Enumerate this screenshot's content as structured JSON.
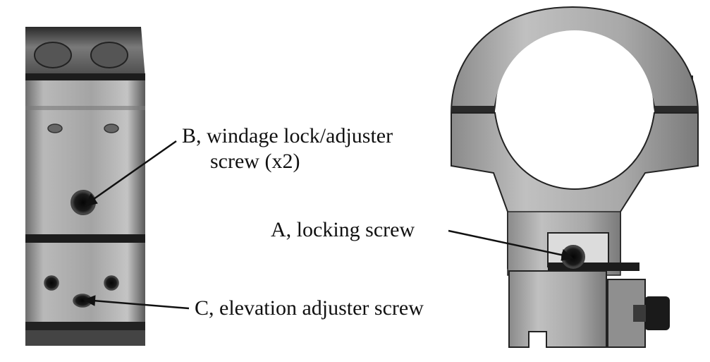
{
  "labels": {
    "windage_line1": "B, windage lock/adjuster",
    "windage_line2": "screw (x2)",
    "locking": "A, locking screw",
    "elevation": "C, elevation adjuster screw"
  },
  "colors": {
    "background": "#ffffff",
    "metal_light": "#b8b8b8",
    "metal_mid": "#8e8e8e",
    "metal_dark": "#3a3a3a",
    "shadow": "#111111",
    "arrow": "#111111"
  }
}
